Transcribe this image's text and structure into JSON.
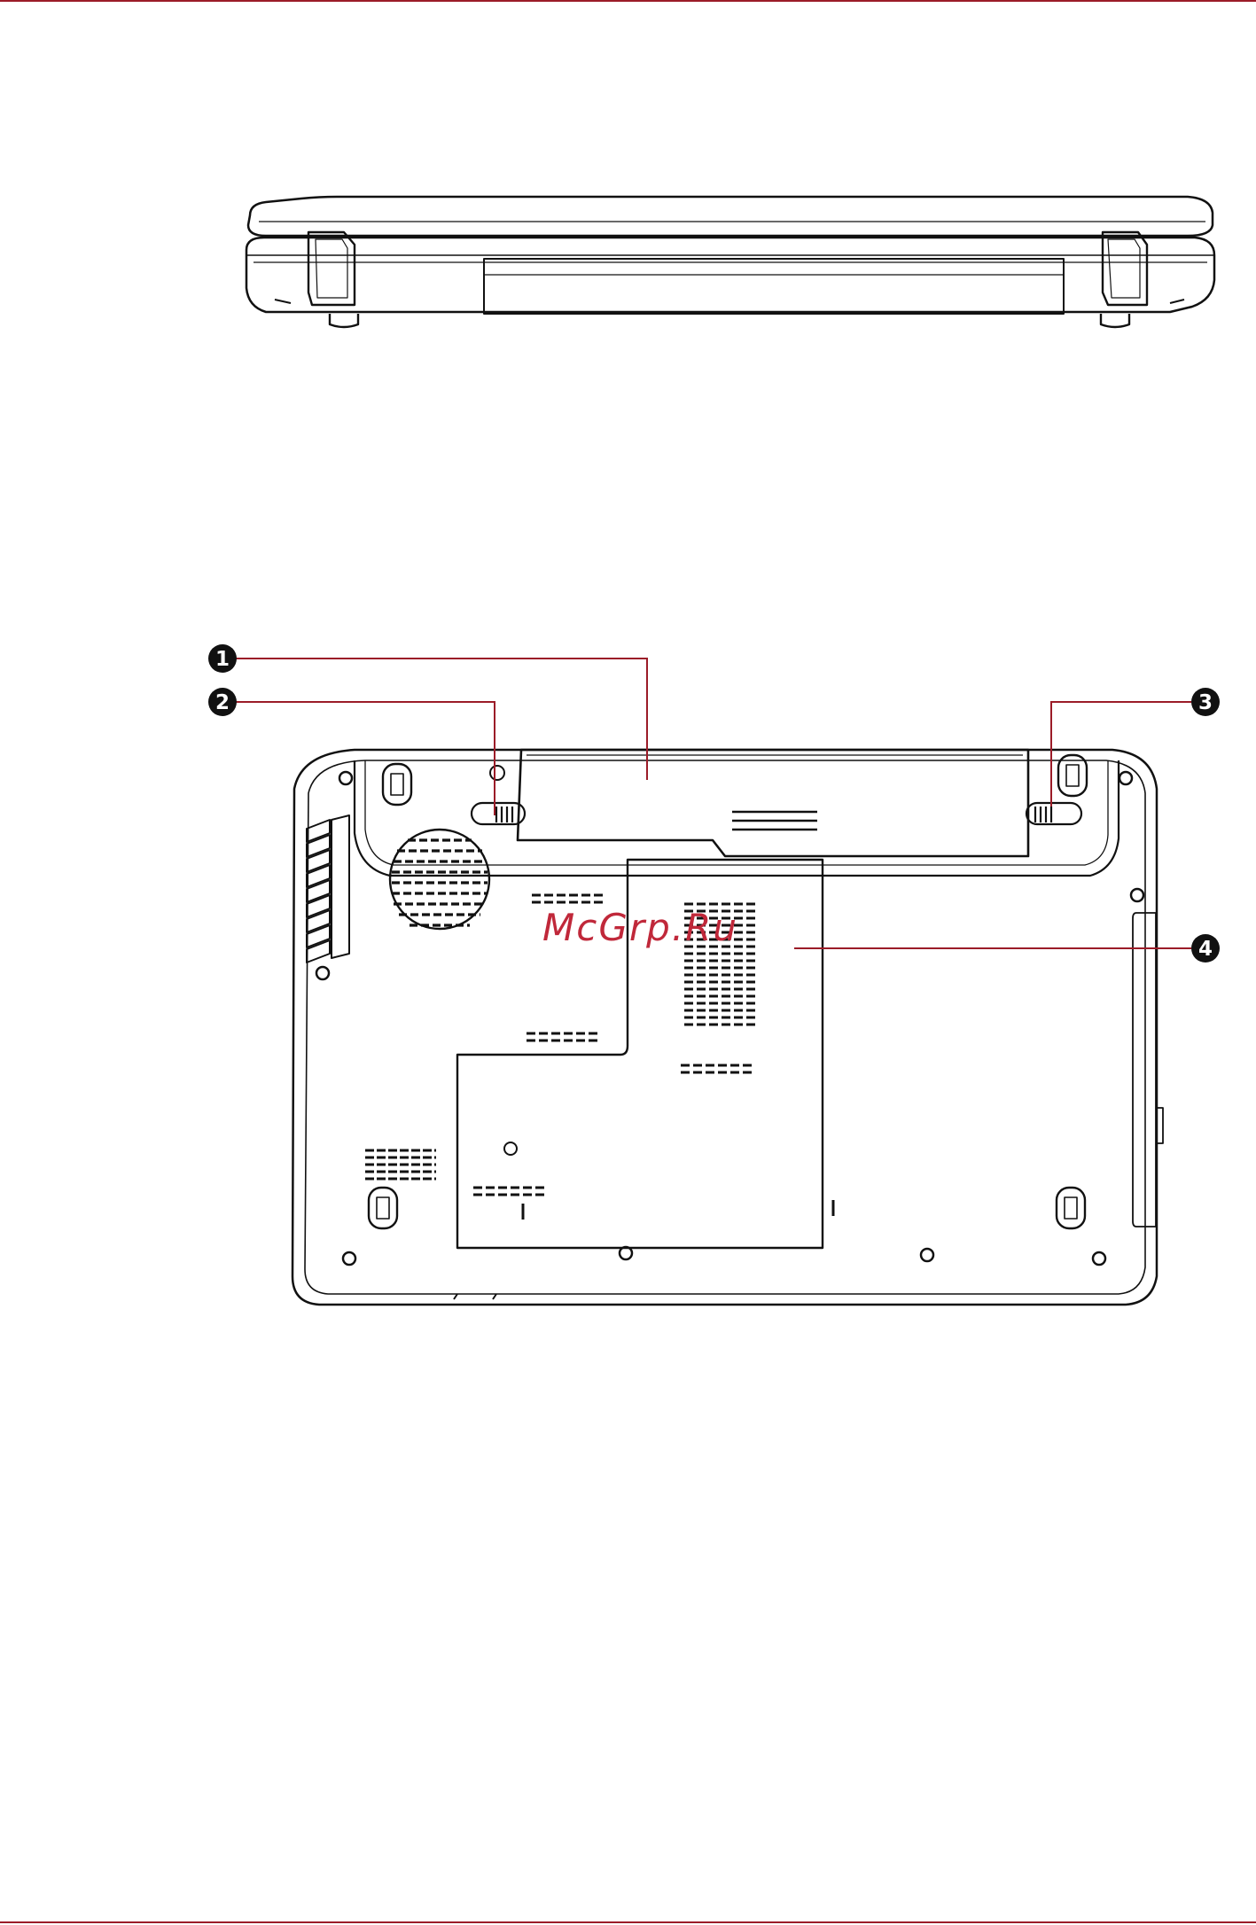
{
  "page": {
    "accent_color": "#9b1c28",
    "watermark": "McGrp.Ru"
  },
  "callouts": [
    {
      "number": "1"
    },
    {
      "number": "2"
    },
    {
      "number": "3"
    },
    {
      "number": "4"
    }
  ]
}
